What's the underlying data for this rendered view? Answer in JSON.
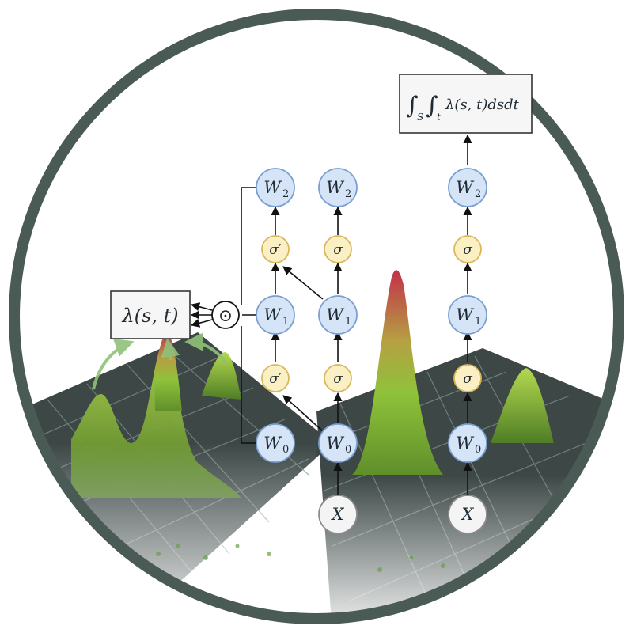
{
  "diagram": {
    "integral_box": {
      "prefix": "∫",
      "sub_s": "S",
      "sub_t": "t",
      "body": "λ(s, t)dsdt"
    },
    "intensity_box": {
      "label": "λ(s, t)"
    },
    "hadamard_symbol": "⊙",
    "columns": [
      {
        "name": "derivative-branch",
        "nodes": [
          {
            "label": "W",
            "sub": "2"
          },
          {
            "label": "σ′"
          },
          {
            "label": "W",
            "sub": "1"
          },
          {
            "label": "σ′"
          },
          {
            "label": "W",
            "sub": "0"
          }
        ]
      },
      {
        "name": "forward-branch",
        "nodes": [
          {
            "label": "W",
            "sub": "2"
          },
          {
            "label": "σ"
          },
          {
            "label": "W",
            "sub": "1"
          },
          {
            "label": "σ"
          },
          {
            "label": "W",
            "sub": "0"
          },
          {
            "label": "X"
          }
        ]
      },
      {
        "name": "integral-branch",
        "nodes": [
          {
            "label": "W",
            "sub": "2"
          },
          {
            "label": "σ"
          },
          {
            "label": "W",
            "sub": "1"
          },
          {
            "label": "σ"
          },
          {
            "label": "W",
            "sub": "0"
          },
          {
            "label": "X"
          }
        ]
      }
    ],
    "colors": {
      "frame": "#4a5a55",
      "weight_fill": "#d6e4f7",
      "weight_stroke": "#7b9fd1",
      "activation_fill": "#fbefc4",
      "activation_stroke": "#d9b75c",
      "input_fill": "#f4f4f4",
      "input_stroke": "#8c8c8c",
      "peak_green": "#8fc23a",
      "peak_red": "#c2304a",
      "grid": "#3b4747"
    }
  }
}
